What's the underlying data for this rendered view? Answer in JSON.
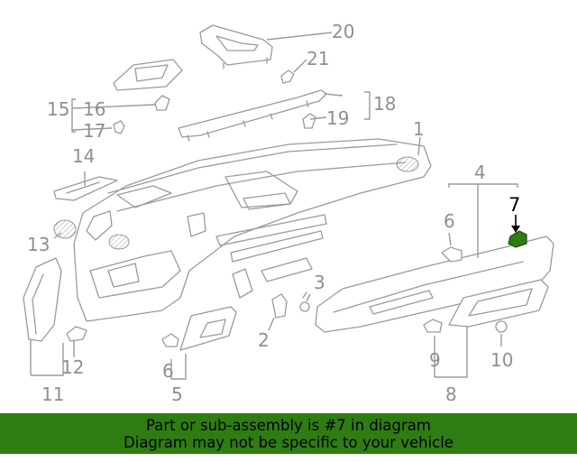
{
  "callouts": {
    "c1": "1",
    "c2": "2",
    "c3": "3",
    "c4": "4",
    "c5": "5",
    "c6a": "6",
    "c6b": "6",
    "c7": "7",
    "c8": "8",
    "c9": "9",
    "c10": "10",
    "c11": "11",
    "c12": "12",
    "c13": "13",
    "c14": "14",
    "c15": "15",
    "c16": "16",
    "c17": "17",
    "c18": "18",
    "c19": "19",
    "c20": "20",
    "c21": "21"
  },
  "highlight": {
    "part_number": "7",
    "color": "#2f7d12"
  },
  "banner": {
    "line1": "Part or sub-assembly is #7 in diagram",
    "line2": "Diagram may not be specific to your vehicle",
    "background": "#2f7d12"
  }
}
